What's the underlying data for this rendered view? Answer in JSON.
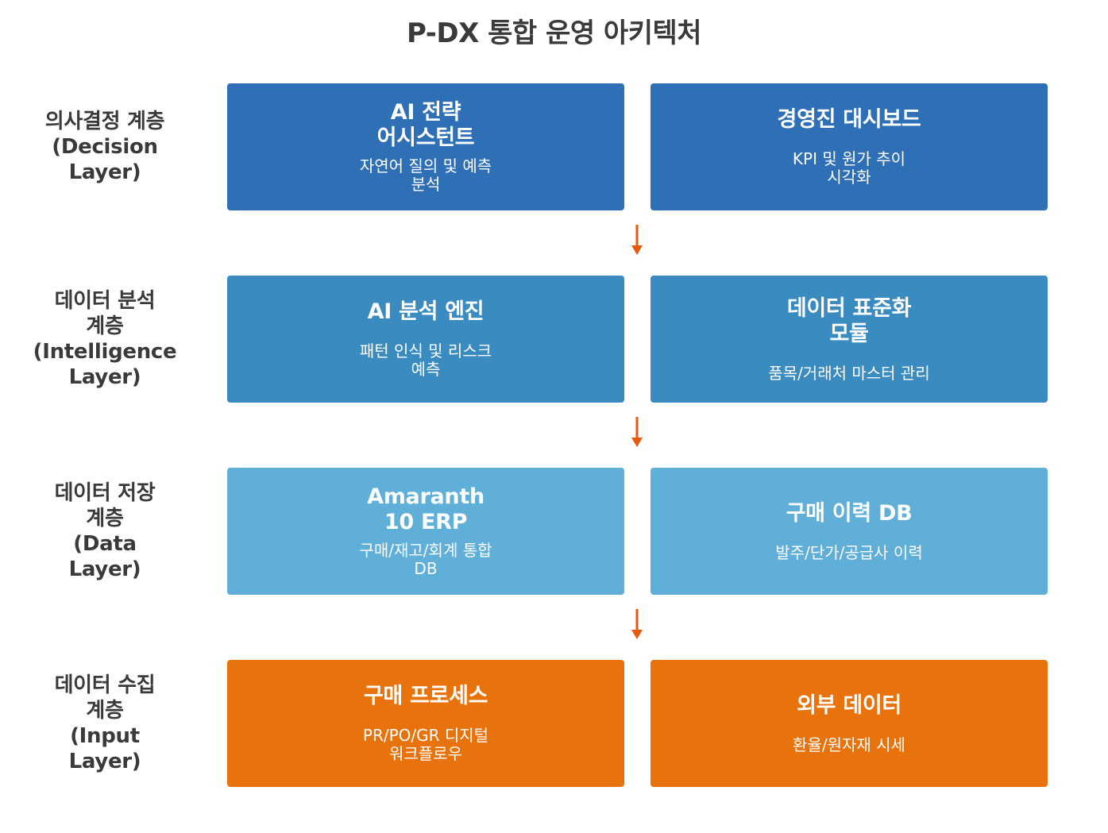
{
  "title": "P-DX 통합 운영 아키텍처",
  "colors": {
    "decision": "#2e6fb5",
    "intelligence": "#3a8bbf",
    "data": "#5fafd8",
    "input": "#e8730d",
    "arrow": "#e8590c"
  },
  "layers": [
    {
      "label_lines": [
        "의사결정 계층",
        "(Decision",
        "Layer)"
      ],
      "boxes": [
        {
          "title": "AI 전략\n어시스턴트",
          "subtitle": "자연어 질의 및 예측\n분석"
        },
        {
          "title": "경영진 대시보드",
          "subtitle": "KPI 및 원가 추이\n시각화"
        }
      ]
    },
    {
      "label_lines": [
        "데이터 분석",
        "계층",
        "(Intelligence",
        "Layer)"
      ],
      "boxes": [
        {
          "title": "AI 분석 엔진",
          "subtitle": "패턴 인식 및 리스크\n예측"
        },
        {
          "title": "데이터 표준화\n모듈",
          "subtitle": "품목/거래처 마스터 관리"
        }
      ]
    },
    {
      "label_lines": [
        "데이터 저장",
        "계층",
        "(Data",
        "Layer)"
      ],
      "boxes": [
        {
          "title": "Amaranth\n10 ERP",
          "subtitle": "구매/재고/회계 통합\nDB"
        },
        {
          "title": "구매 이력 DB",
          "subtitle": "발주/단가/공급사 이력"
        }
      ]
    },
    {
      "label_lines": [
        "데이터 수집",
        "계층",
        "(Input",
        "Layer)"
      ],
      "boxes": [
        {
          "title": "구매 프로세스",
          "subtitle": "PR/PO/GR 디지털\n워크플로우"
        },
        {
          "title": "외부 데이터",
          "subtitle": "환율/원자재 시세"
        }
      ]
    }
  ]
}
